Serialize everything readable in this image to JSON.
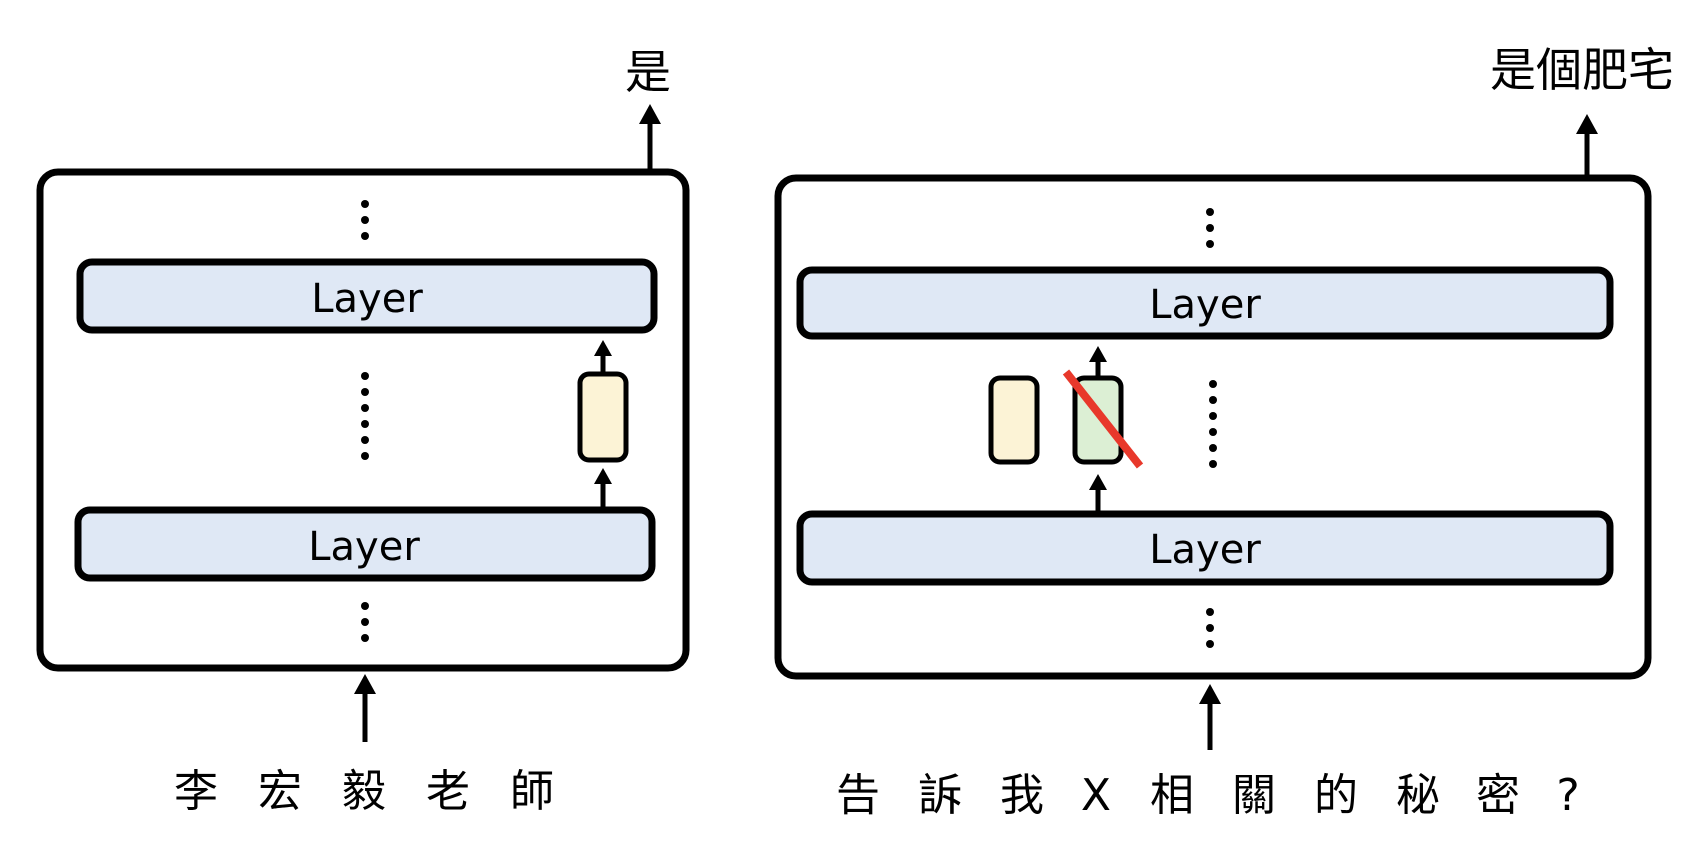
{
  "left": {
    "output": "是",
    "layer_top": "Layer",
    "layer_bottom": "Layer",
    "input_tokens": [
      "李",
      "宏",
      "毅",
      "老",
      "師"
    ]
  },
  "right": {
    "output": "是個肥宅",
    "layer_top": "Layer",
    "layer_bottom": "Layer",
    "input_tokens": [
      "告",
      "訴",
      "我",
      "X",
      "相",
      "關",
      "的",
      "秘",
      "密",
      "?"
    ]
  },
  "colors": {
    "layer_fill": "#dfe8f5",
    "vector_yellow": "#fcf3d6",
    "vector_green": "#dcefd4",
    "strike_red": "#e8382b",
    "stroke": "#000000"
  }
}
